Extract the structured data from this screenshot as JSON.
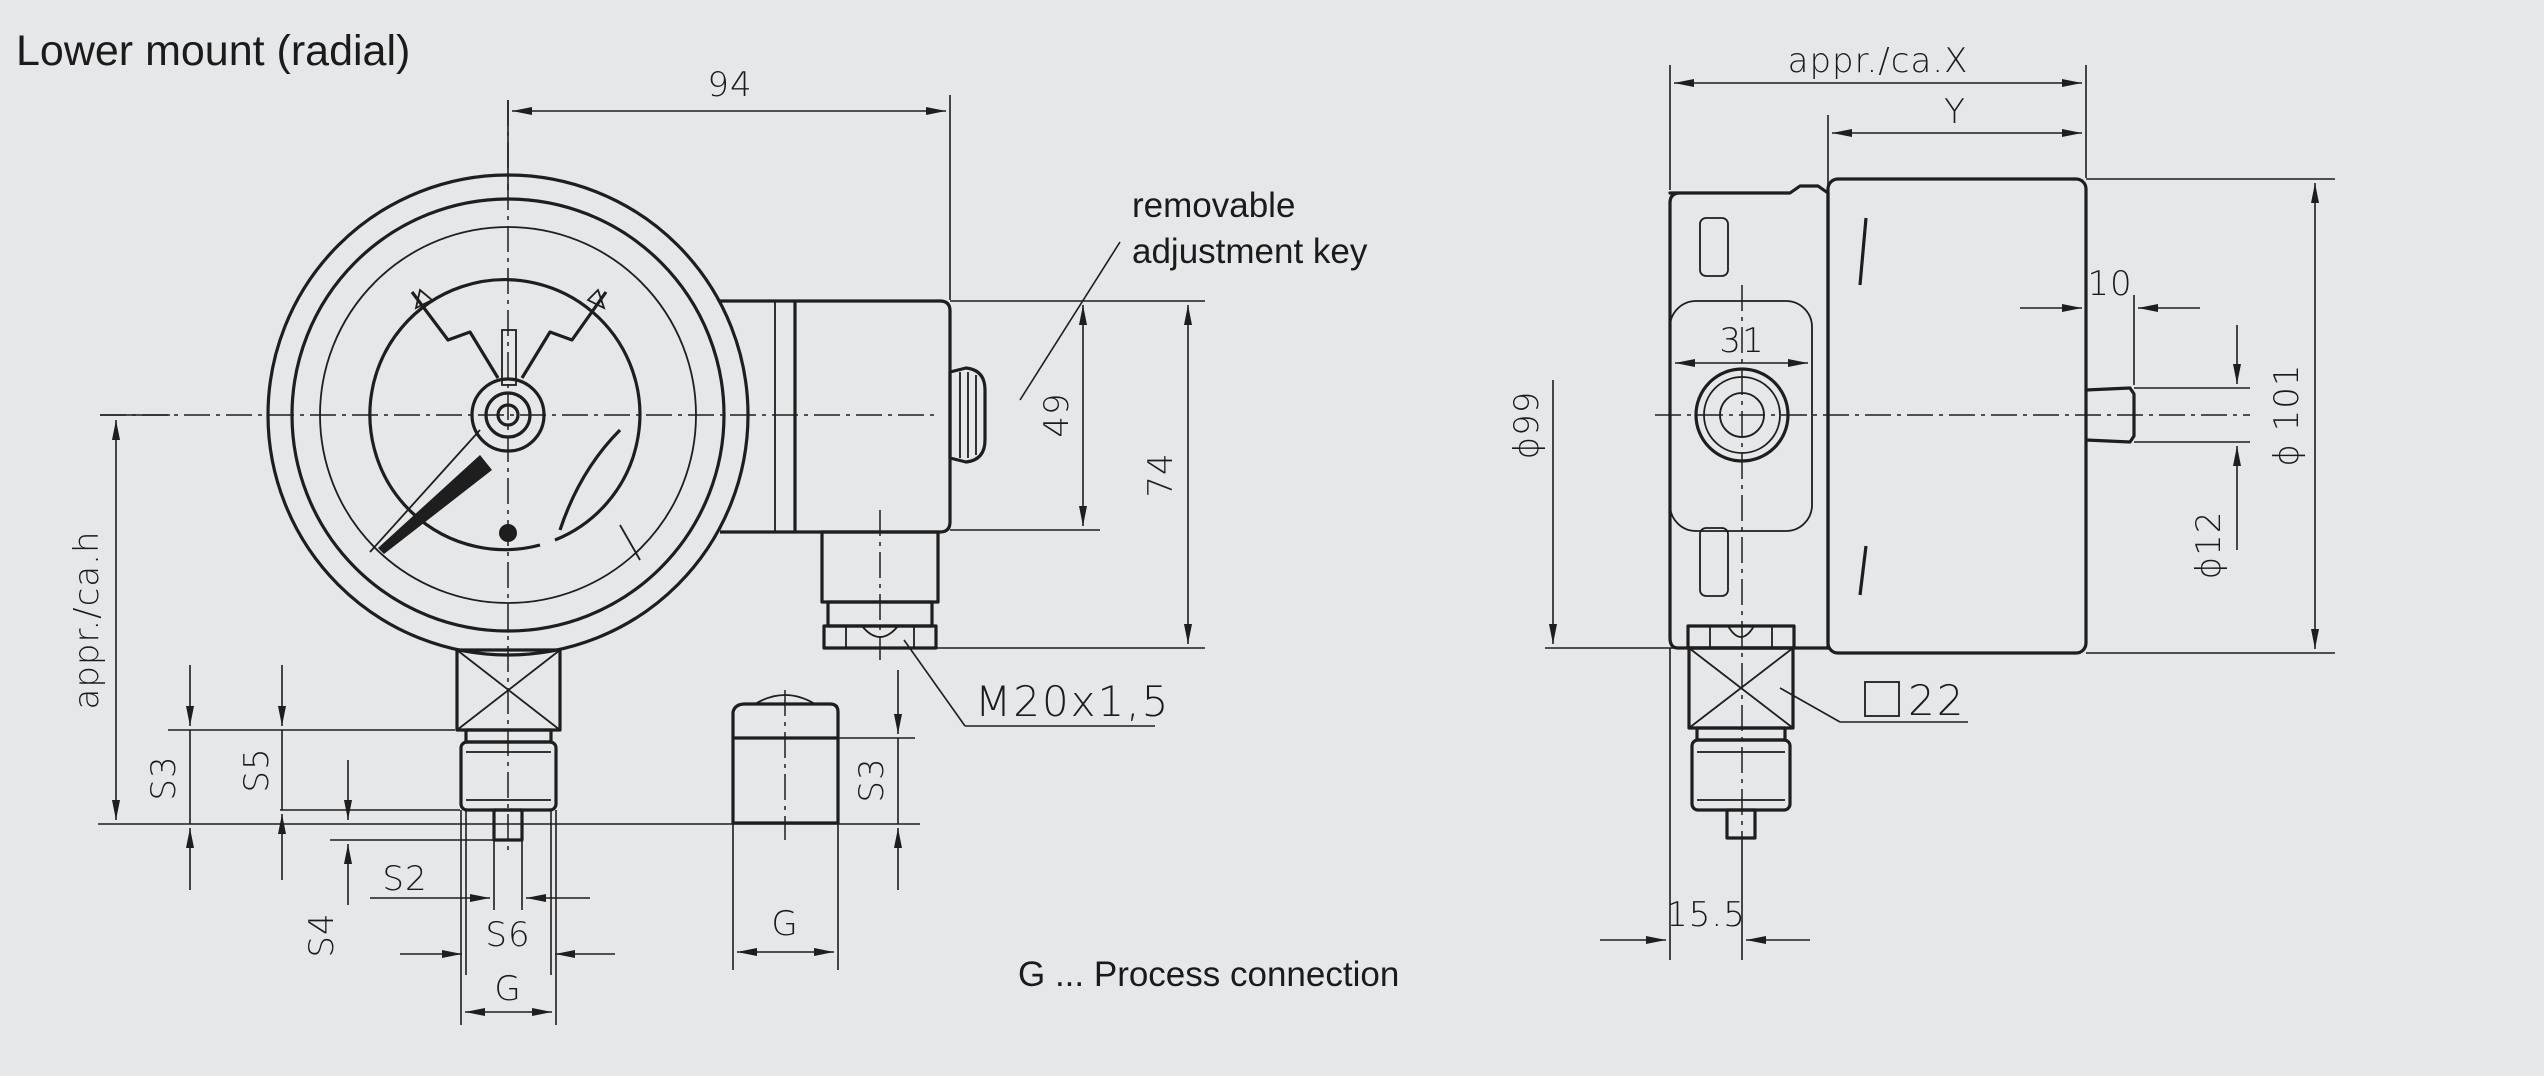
{
  "title": "Lower mount (radial)",
  "notes": {
    "key_line1": "removable",
    "key_line2": "adjustment key",
    "process": "G ... Process connection"
  },
  "dims_front": {
    "width94": "94",
    "d49": "49",
    "d74": "74",
    "height": "appr./ca.h",
    "s2": "S2",
    "s3": "S3",
    "s3b": "S3",
    "s4": "S4",
    "s5": "S5",
    "s6": "S6",
    "g1": "G",
    "g2": "G",
    "thread": "M20x1,5"
  },
  "dims_side": {
    "x": "appr./ca.X",
    "y": "Y",
    "d10": "10",
    "d31": "31",
    "d99": "ϕ99",
    "d101": "ϕ 101",
    "d12": "ϕ12",
    "sq22": "22",
    "d155": "15.5"
  },
  "colors": {
    "background": "#e6e7e9",
    "line": "#1e1e1e"
  }
}
